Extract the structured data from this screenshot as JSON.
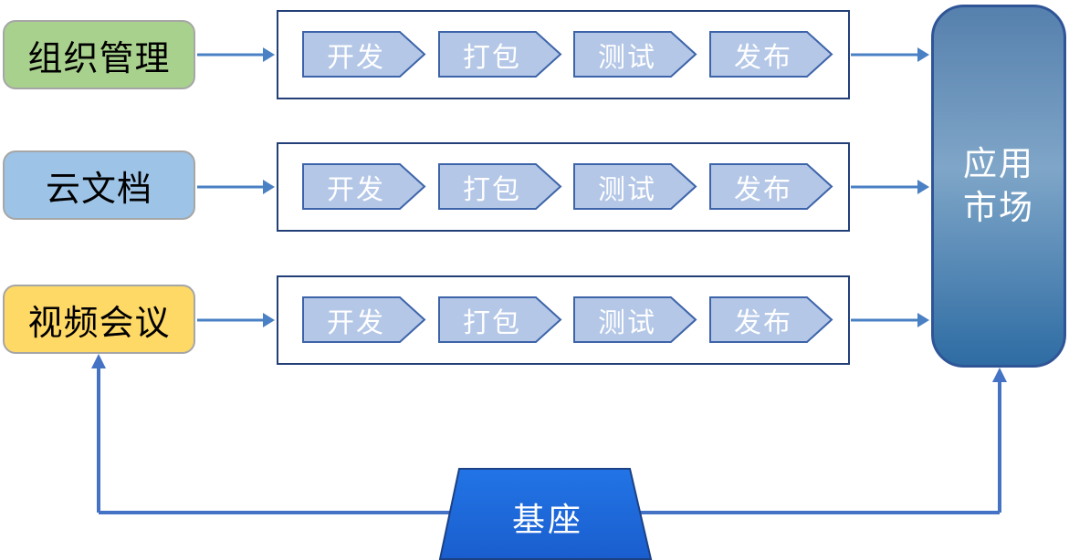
{
  "diagram": {
    "sources": [
      {
        "label": "组织管理"
      },
      {
        "label": "云文档"
      },
      {
        "label": "视频会议"
      }
    ],
    "stages": [
      "开发",
      "打包",
      "测试",
      "发布"
    ],
    "market": {
      "line1": "应用",
      "line2": "市场"
    },
    "base": {
      "label": "基座"
    }
  },
  "colors": {
    "canvas_bg": "#FFFFFF",
    "src1_fill": "#A9D18E",
    "src2_fill": "#9DC3E6",
    "src3_fill": "#FFD966",
    "src_border": "#A6A6A6",
    "row_border": "#233F78",
    "stage_fill": "#B4C7E7",
    "stage_stroke": "#3D64A9",
    "stage_text": "#FFFFFF",
    "connector": "#4A80C4",
    "feedback": "#4472C4",
    "market_top": "#5680AD",
    "market_mid": "#7FA6C8",
    "market_bottom": "#2E6CA3",
    "market_border": "#2F5597",
    "base_top": "#2274E6",
    "base_bottom": "#1A5ECE",
    "base_border": "#1C4185",
    "text_dark": "#000000",
    "text_light": "#FFFFFF"
  }
}
